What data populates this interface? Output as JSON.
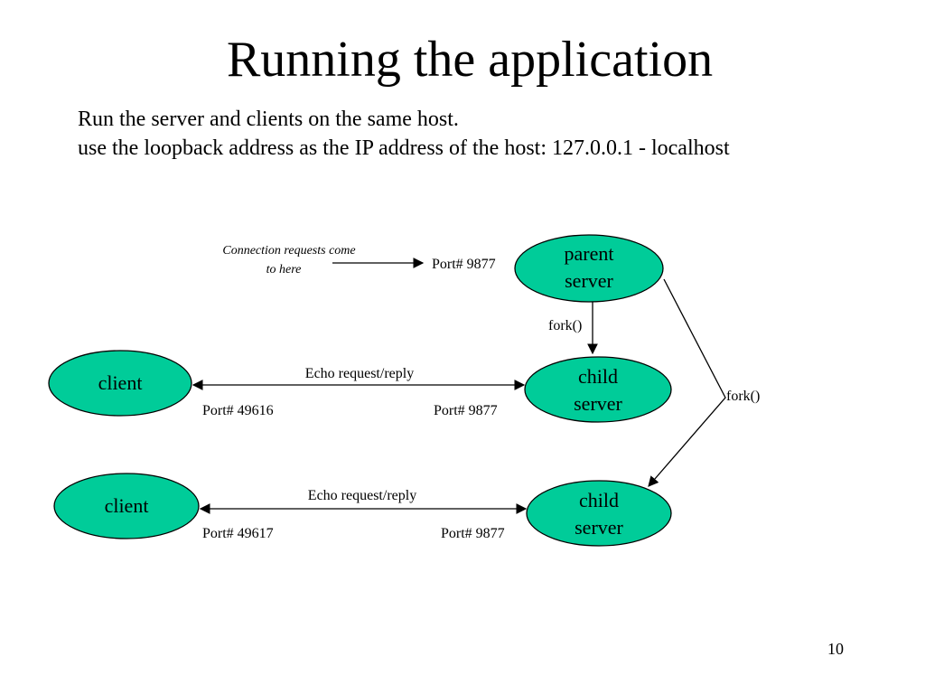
{
  "slide": {
    "title": "Running the application",
    "bullets": [
      "Run the server and clients on the same host.",
      "use the loopback address as the IP address of the host: 127.0.0.1 - localhost"
    ],
    "page_number": "10"
  },
  "diagram": {
    "colors": {
      "node_fill": "#00cc99",
      "stroke": "#000000"
    },
    "connection_note": [
      "Connection requests come",
      "to here"
    ],
    "parent_server": {
      "label": [
        "parent",
        "server"
      ],
      "port": "Port# 9877"
    },
    "fork_labels": [
      "fork()",
      "fork()"
    ],
    "rows": [
      {
        "client_label": "client",
        "server_label": [
          "child",
          "server"
        ],
        "link_label": "Echo request/reply",
        "client_port": "Port# 49616",
        "server_port": "Port# 9877"
      },
      {
        "client_label": "client",
        "server_label": [
          "child",
          "server"
        ],
        "link_label": "Echo request/reply",
        "client_port": "Port# 49617",
        "server_port": "Port# 9877"
      }
    ]
  }
}
